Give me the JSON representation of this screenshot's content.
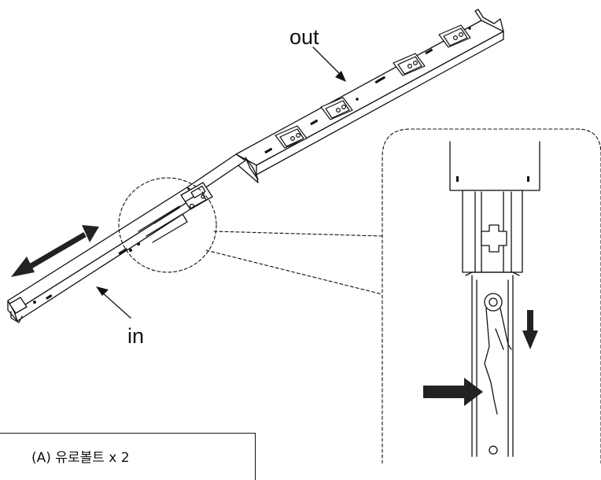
{
  "labels": {
    "out": "out",
    "in": "in"
  },
  "parts_list": {
    "item_a": "(A) 유로볼트  x 2"
  },
  "colors": {
    "line": "#111111",
    "arrow_fill": "#222222",
    "background": "#ffffff"
  },
  "icons": {
    "motion": "double-headed-arrow-icon",
    "press": "right-arrow-icon",
    "release": "down-arrow-icon"
  }
}
